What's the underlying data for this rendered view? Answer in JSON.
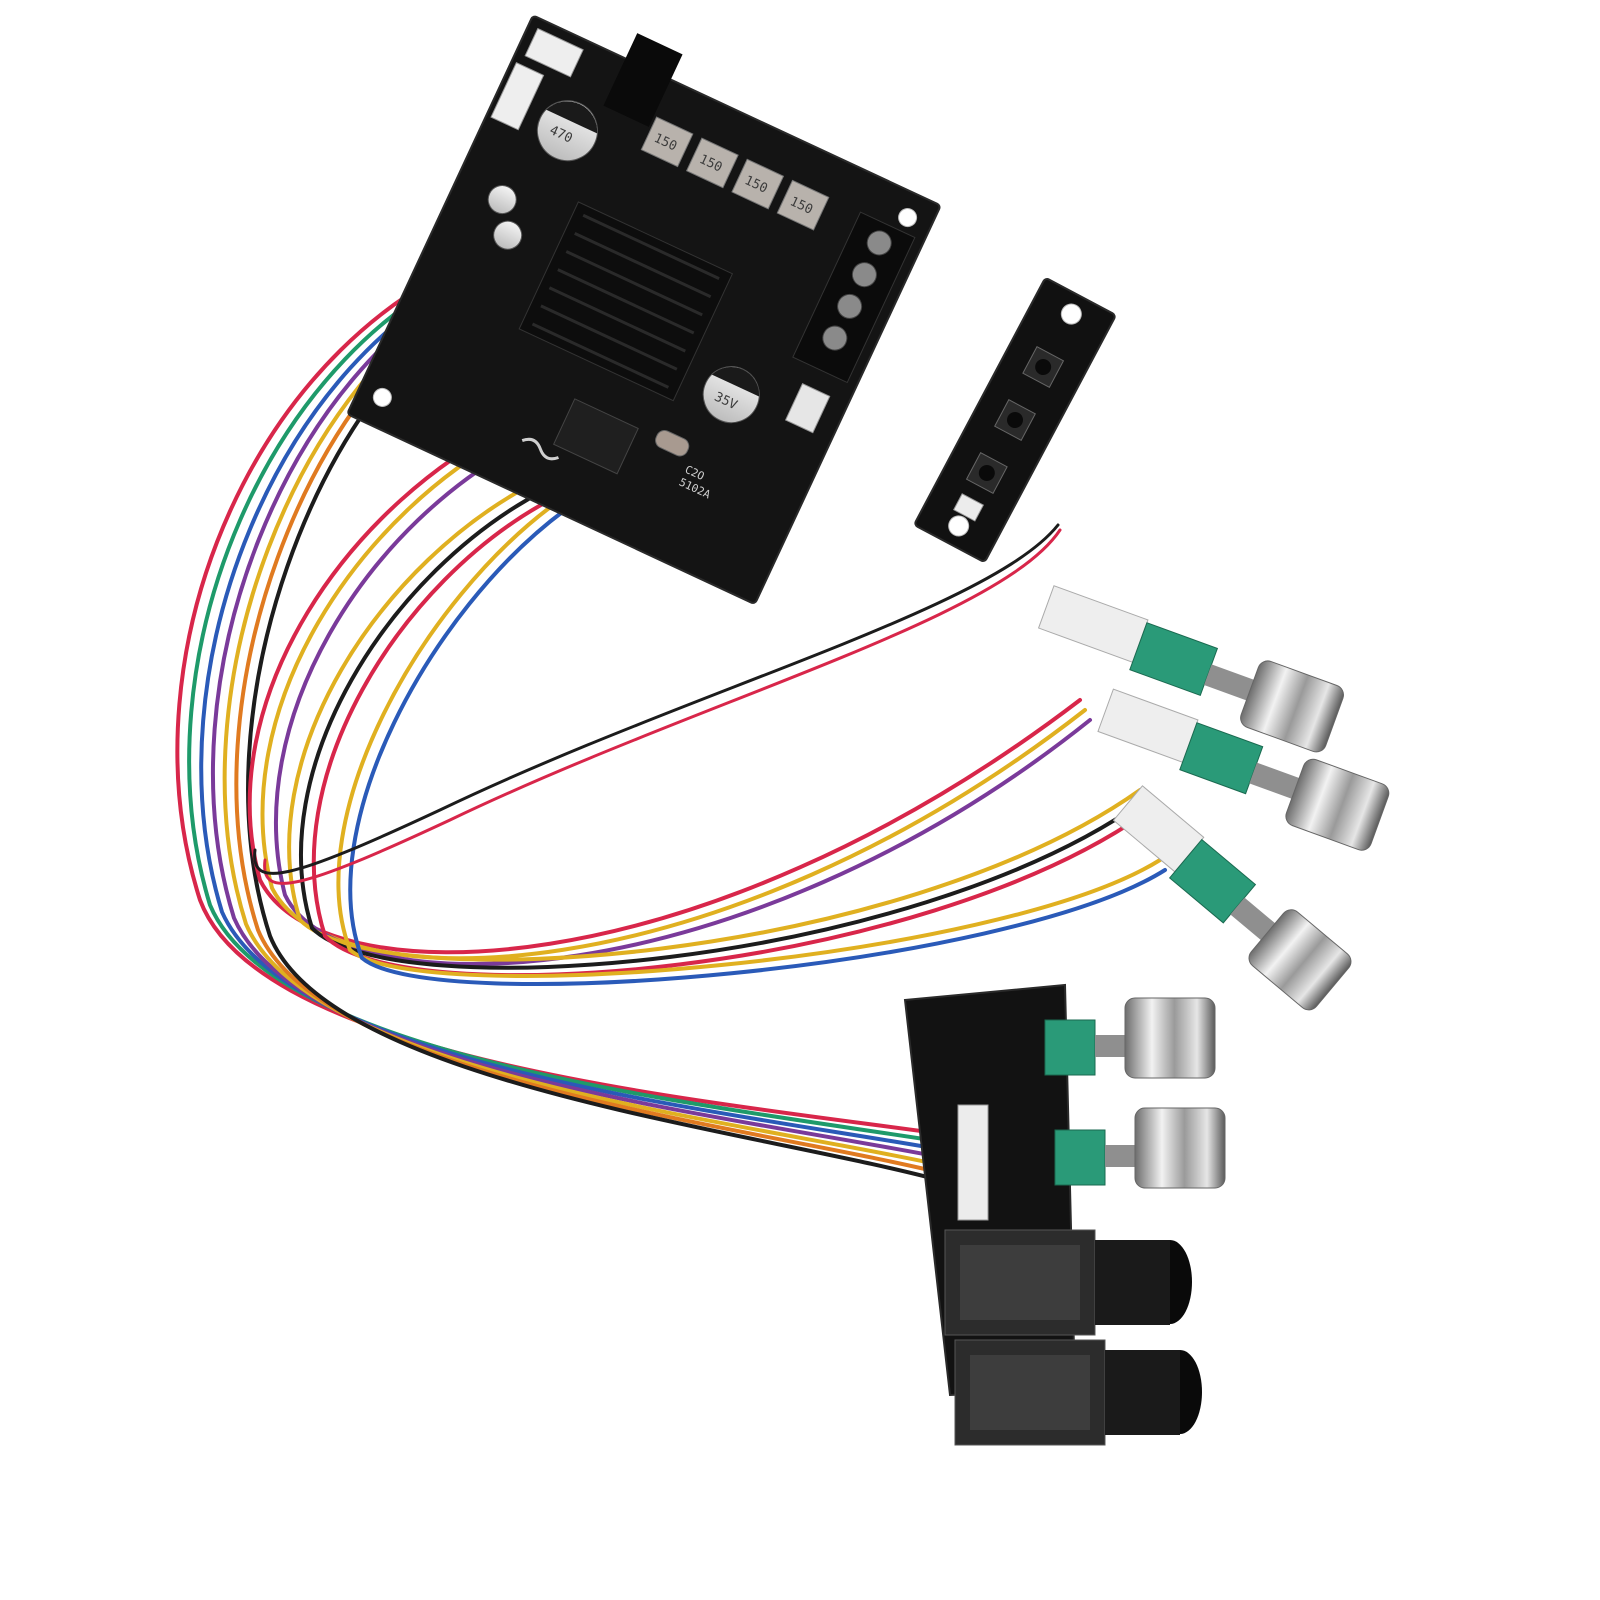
{
  "scene": {
    "subject": "Bluetooth amplifier board kit with tone control potentiometers, button board and audio jacks",
    "background_color": "#ffffff"
  },
  "main_board": {
    "inductor_markings": [
      "150",
      "150",
      "150",
      "150"
    ],
    "capacitor_markings": [
      "470",
      "35V"
    ],
    "silkscreen": [
      "C2O",
      "5102A"
    ],
    "pcb_color": "#141414",
    "heatsink_color": "#0d0d0d"
  },
  "button_board": {
    "button_count": 3,
    "pcb_color": "#111111"
  },
  "potentiometers": {
    "count": 5,
    "body_color": "#2a9a78",
    "knob_color": "#c8c8c8"
  },
  "jack_board": {
    "jack_count": 2,
    "connector_pins": 7
  },
  "wire_colors": [
    "#d8264a",
    "#1c1c1c",
    "#e0b020",
    "#f0f0f0",
    "#1e9a6a",
    "#2a5ab8",
    "#7a3a9a",
    "#e07a20"
  ]
}
